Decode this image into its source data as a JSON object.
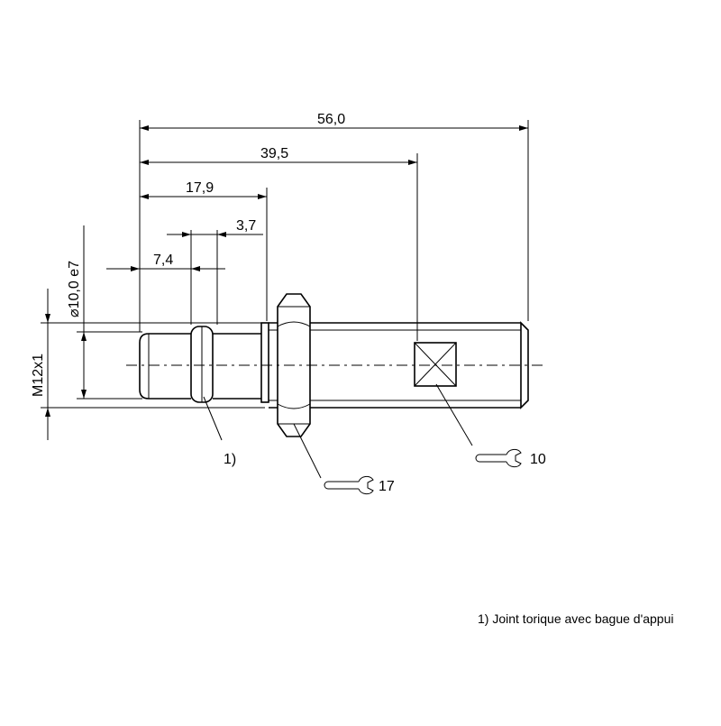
{
  "dimensions": {
    "total_length": "56,0",
    "length_to_flat": "39,5",
    "thread_length": "17,9",
    "collar_width": "3,7",
    "groove_position": "7,4",
    "diameter": "⌀10,0 e7",
    "thread": "M12x1"
  },
  "callouts": {
    "oring_ref": "1)",
    "nut_wrench": "17",
    "flat_wrench": "10"
  },
  "footnote": "1) Joint torique avec bague d'appui",
  "icons": {
    "wrench": "open-end-wrench-icon"
  }
}
